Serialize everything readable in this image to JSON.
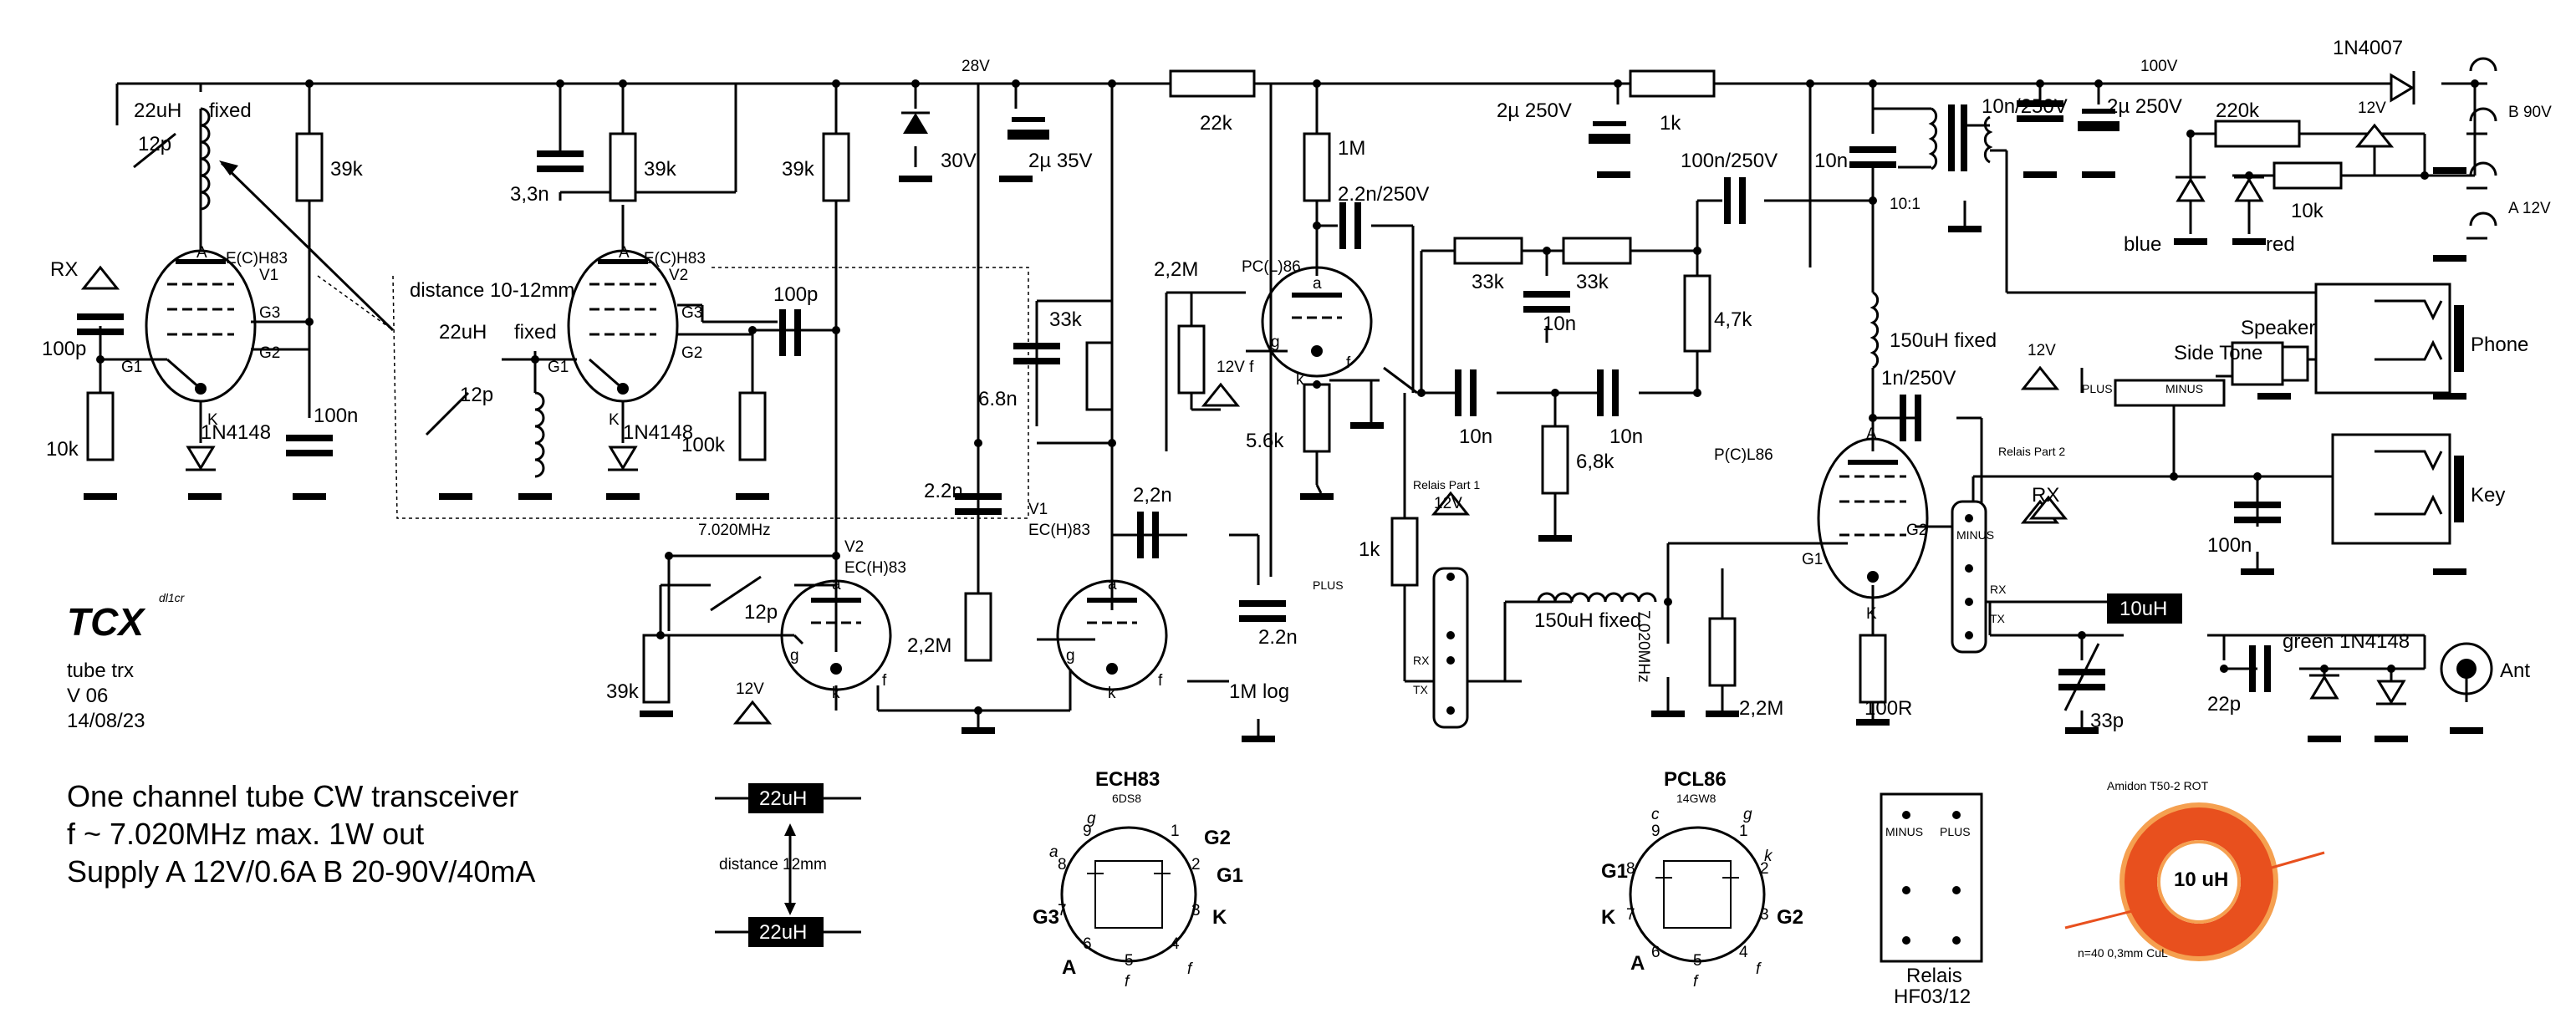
{
  "title_block": {
    "logo": "TCX",
    "author": "dl1cr",
    "line1": "tube  trx",
    "line2": "V 06",
    "line3": "14/08/23",
    "desc1": "One channel tube CW transceiver",
    "desc2": "f ~ 7.020MHz  max. 1W out",
    "desc3": "Supply A 12V/0.6A  B 20-90V/40mA"
  },
  "rails": {
    "v28": "28V",
    "v100": "100V",
    "diode": "1N4007",
    "supply_b": "B 90V",
    "supply_a": "A 12V",
    "v12": "12V"
  },
  "stage1": {
    "l1": "22uH",
    "l1_note": "fixed",
    "c_trim": "12p",
    "r1": "39k",
    "c_in": "100p",
    "r_g": "10k",
    "c_by": "100n",
    "diode": "1N4148",
    "rx": "RX",
    "tube": "E(C)H83",
    "tube_sub": "V1",
    "pins": {
      "a": "A",
      "k": "K",
      "g1": "G1",
      "g2": "G2",
      "g3": "G3"
    }
  },
  "stage2": {
    "c1": "3,3n",
    "r1": "39k",
    "r2": "39k",
    "c_cpl": "100p",
    "r_g": "100k",
    "tube": "E(C)H83",
    "tube_sub": "V2",
    "diode": "1N4148",
    "spacing": "distance 10-12mm",
    "l1": "22uH",
    "l1_note": "fixed",
    "c_trim": "12p",
    "pins": {
      "a": "A",
      "k": "K",
      "g1": "G1",
      "g2": "G2",
      "g3": "G3"
    }
  },
  "osc": {
    "crystal": "7.020MHz",
    "c_trim": "12p",
    "tube": "EC(H)83",
    "tube_sub": "V2",
    "r_g": "39k",
    "v12": "12V",
    "pins": {
      "a": "a",
      "g": "g",
      "k": "k",
      "f": "f"
    }
  },
  "amp": {
    "zener": "30V",
    "c_elko": "2µ 35V",
    "r_ser": "22k",
    "c_ser": "6.8n",
    "r_33k": "33k",
    "c_cpl": "2.2n",
    "r_g": "2,2M",
    "tube": "EC(H)83",
    "tube_sub": "V1",
    "c_out": "2,2n",
    "pot": "1M log",
    "c_pot": "2.2n",
    "plus": "PLUS",
    "pins": {
      "a": "a",
      "g": "g",
      "k": "k",
      "f": "f"
    }
  },
  "mod": {
    "r_a": "1M",
    "c_a": "2.2n/250V",
    "tube": "PC(L)86",
    "r_g": "2,2M",
    "r_k": "5.6k",
    "v12f": "12V f",
    "pins": {
      "a": "a",
      "g": "g",
      "k": "k",
      "f": "f"
    }
  },
  "filter": {
    "c_elko": "2µ 250V",
    "r_ser": "1k",
    "r1": "33k",
    "r2": "33k",
    "c_mid": "10n",
    "c1": "10n",
    "c2": "10n",
    "r3": "6,8k",
    "r4": "4,7k",
    "r5": "1k",
    "c_out": "100n/250V"
  },
  "relay1": {
    "title": "Relais Part 1",
    "v12": "12V",
    "rx": "RX",
    "tx": "TX"
  },
  "coil": {
    "l": "150uH fixed",
    "crystal": "7.020MHz",
    "r": "2,2M"
  },
  "pa": {
    "tube": "P(C)L86",
    "l_choke": "150uH fixed",
    "c_out": "1n/250V",
    "r_k": "100R",
    "c_tr": "10n",
    "ratio": "10:1",
    "pins": {
      "a": "A",
      "k": "K",
      "g1": "G1",
      "g2": "G2"
    }
  },
  "supply": {
    "c1": "10n/250V",
    "c2": "2µ 250V",
    "r1": "220k",
    "r2": "10k",
    "led1": "blue",
    "led2": "red"
  },
  "audio": {
    "side_tone": "Side Tone",
    "speaker": "Speaker",
    "phone": "Phone",
    "key": "Key",
    "plus": "PLUS",
    "minus": "MINUS",
    "c": "100n",
    "v12": "12V"
  },
  "relay2": {
    "title": "Relais Part 2",
    "minus": "MINUS",
    "rx": "RX",
    "rx2": "RX",
    "tx": "TX"
  },
  "output": {
    "l": "10uH",
    "c_trim": "33p",
    "c_sw": "22p",
    "diodes": "green 1N4148",
    "ant": "Ant"
  },
  "legend": {
    "l1": "22uH",
    "l2": "22uH",
    "dist": "distance 12mm",
    "ech83": "ECH83",
    "ech83_alt": "6DS8",
    "pcl86": "PCL86",
    "pcl86_alt": "14GW8",
    "relay_name": "Relais",
    "relay_type": "HF03/12",
    "relay_minus": "MINUS",
    "relay_plus": "PLUS",
    "toroid_title": "Amidon T50-2 ROT",
    "toroid_l": "10 uH",
    "toroid_note": "n=40  0,3mm CuL",
    "ech83_pins": {
      "p9": "9",
      "p1": "1",
      "p8": "8",
      "p2": "2",
      "p7": "7",
      "p3": "3",
      "p6": "6",
      "p4": "4",
      "p5": "5",
      "g": "g",
      "a": "a",
      "g2": "G2",
      "g1": "G1",
      "g3": "G3",
      "k": "K",
      "aa": "A",
      "f1": "f",
      "f2": "f"
    },
    "pcl86_pins": {
      "p9": "9",
      "p1": "1",
      "p8": "8",
      "p2": "2",
      "p7": "7",
      "p3": "3",
      "p6": "6",
      "p4": "4",
      "p5": "5",
      "c": "c",
      "g": "g",
      "k": "k",
      "g1": "G1",
      "kk": "K",
      "aa": "A",
      "g2": "G2",
      "f1": "f",
      "f2": "f"
    }
  },
  "colors": {
    "ink": "#000000",
    "paper": "#ffffff",
    "toroid": "#e8501e",
    "toroid_core": "#f5a050"
  }
}
